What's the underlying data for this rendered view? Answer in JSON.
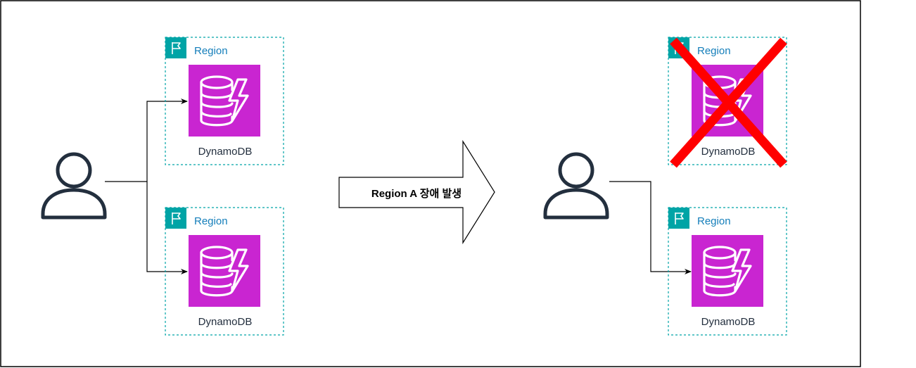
{
  "regions": [
    {
      "label": "Region",
      "service": "DynamoDB",
      "status": "active"
    },
    {
      "label": "Region",
      "service": "DynamoDB",
      "status": "active"
    },
    {
      "label": "Region",
      "service": "DynamoDB",
      "status": "failed"
    },
    {
      "label": "Region",
      "service": "DynamoDB",
      "status": "active"
    }
  ],
  "transition": {
    "label": "Region A 장애 발생"
  },
  "colors": {
    "region_border": "#00a4a6",
    "region_flag_bg": "#00a4a6",
    "region_label": "#147eba",
    "dynamodb_bg": "#c925d1",
    "user_icon": "#232f3e",
    "failure_mark": "#ff0000",
    "frame_border": "#000000"
  },
  "icons": {
    "user": "user-icon",
    "region_flag": "flag-icon",
    "dynamodb": "dynamodb-icon",
    "failure": "failure-x-icon"
  }
}
